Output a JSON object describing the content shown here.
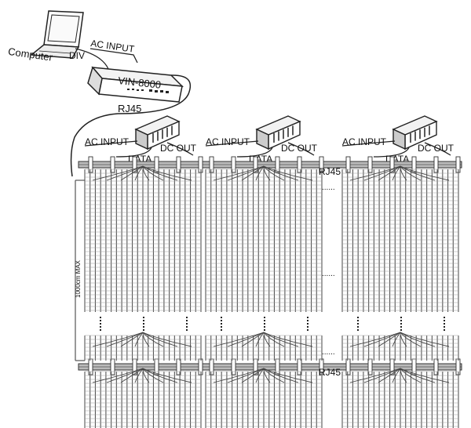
{
  "labels": {
    "computer": "Computer",
    "div": "DIV",
    "ac_input_top": "AC INPUT",
    "controller": "VIN-8000",
    "rj45_top": "RJ45",
    "ac_input": "AC  INPUT",
    "dc_out": "DC OUT",
    "data": "DATA",
    "rj45": "RJ45",
    "side_note": "1000cm MAX",
    "ellipsis": "......"
  },
  "layout": {
    "power_supply_count": 3
  }
}
